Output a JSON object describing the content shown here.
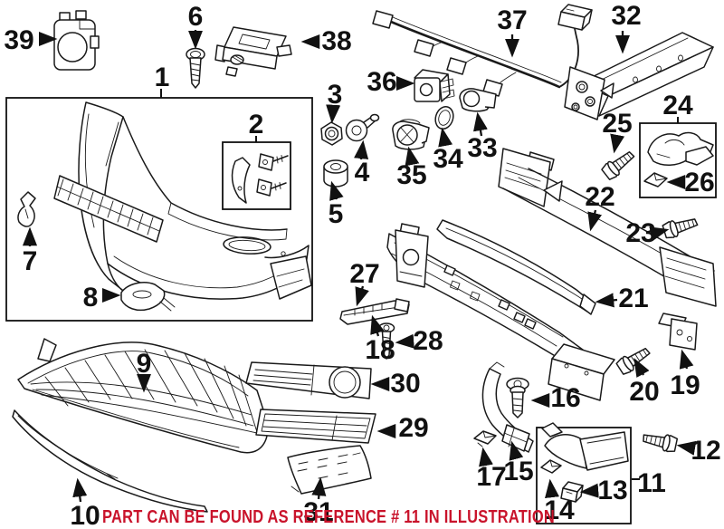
{
  "illustration": {
    "caption": "PART CAN BE FOUND AS REFERENCE # 11 IN ILLUSTRATION",
    "caption_color": "#c9132b",
    "line_color": "#1a1a1a",
    "background": "#ffffff"
  },
  "parts": {
    "1": "1",
    "2": "2",
    "3": "3",
    "4": "4",
    "5": "5",
    "6": "6",
    "7": "7",
    "8": "8",
    "9": "9",
    "10": "10",
    "11": "11",
    "12": "12",
    "13": "13",
    "14": "14",
    "15": "15",
    "16": "16",
    "17": "17",
    "18": "18",
    "19": "19",
    "20": "20",
    "21": "21",
    "22": "22",
    "23": "23",
    "24": "24",
    "25": "25",
    "26": "26",
    "27": "27",
    "28": "28",
    "29": "29",
    "30": "30",
    "31": "31",
    "32": "32",
    "33": "33",
    "34": "34",
    "35": "35",
    "36": "36",
    "37": "37",
    "38": "38",
    "39": "39"
  }
}
